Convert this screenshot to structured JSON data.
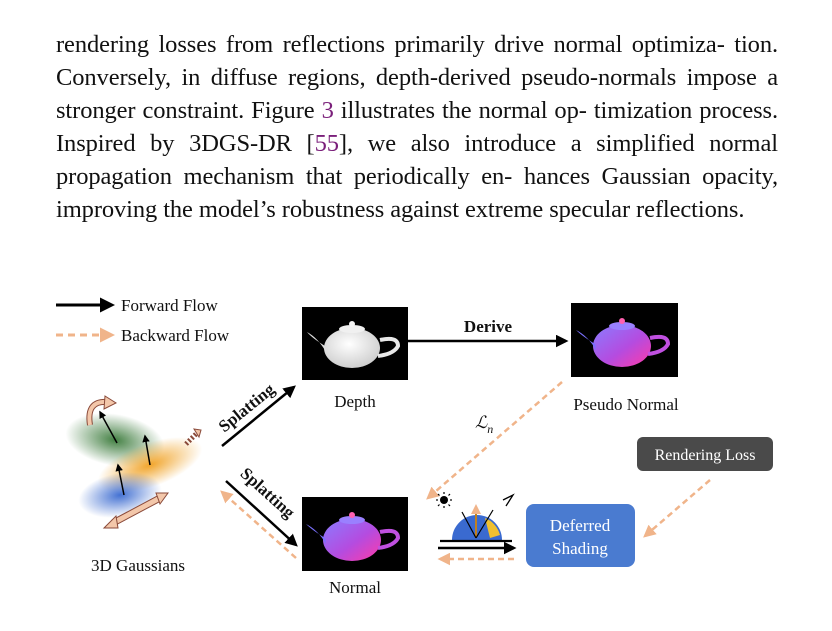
{
  "paragraph": {
    "line1": "rendering losses from reflections primarily drive normal optimiza-",
    "line2": "tion. Conversely, in diffuse regions, depth-derived pseudo-normals",
    "line3": "impose a stronger constraint. Figure ",
    "fig_ref": "3",
    "line3b": " illustrates the normal op-",
    "line4a": "timization process. Inspired by 3DGS-DR [",
    "cite_ref": "55",
    "line4b": "], we also introduce",
    "line5": "a simplified normal propagation mechanism that periodically en-",
    "line6": "hances Gaussian opacity, improving the model’s robustness against",
    "line7": "extreme specular reflections."
  },
  "figure": {
    "legend": {
      "forward": "Forward Flow",
      "backward": "Backward Flow"
    },
    "labels": {
      "depth": "Depth",
      "pseudo_normal": "Pseudo Normal",
      "normal": "Normal",
      "gaussians": "3D Gaussians",
      "derive": "Derive",
      "splatting_top": "Splatting",
      "splatting_bottom": "Splatting",
      "loss_symbol": "ℒ",
      "loss_sub": "n",
      "rendering_loss": "Rendering Loss",
      "deferred_1": "Deferred",
      "deferred_2": "Shading"
    },
    "colors": {
      "forward": "#000000",
      "backward": "#f0b48a",
      "deferred_box": "#4a7bd0",
      "rendering_box": "#4a4a4a",
      "citation": "#7a1f7a"
    }
  }
}
